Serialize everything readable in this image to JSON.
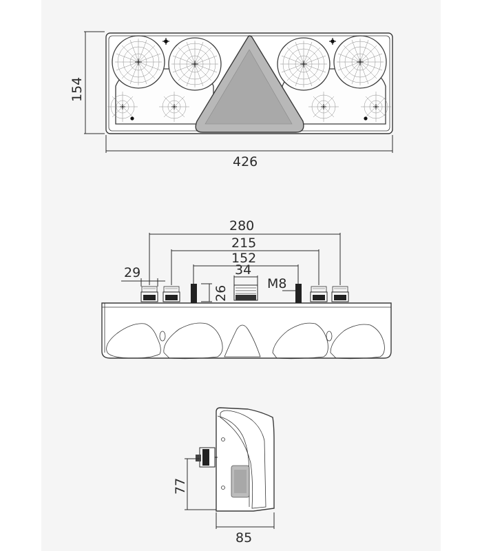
{
  "front_view": {
    "height_label": "154",
    "width_label": "426"
  },
  "top_view": {
    "spacing_280": "280",
    "spacing_215": "215",
    "spacing_152": "152",
    "connector_width": "34",
    "pin_width": "29",
    "pin_height": "26",
    "thread_label": "M8"
  },
  "side_view": {
    "mount_height": "77",
    "depth_label": "85"
  },
  "colors": {
    "sheet": "#f5f5f5",
    "ink": "#2a2a2a",
    "reflector": "#b8b8b8"
  }
}
